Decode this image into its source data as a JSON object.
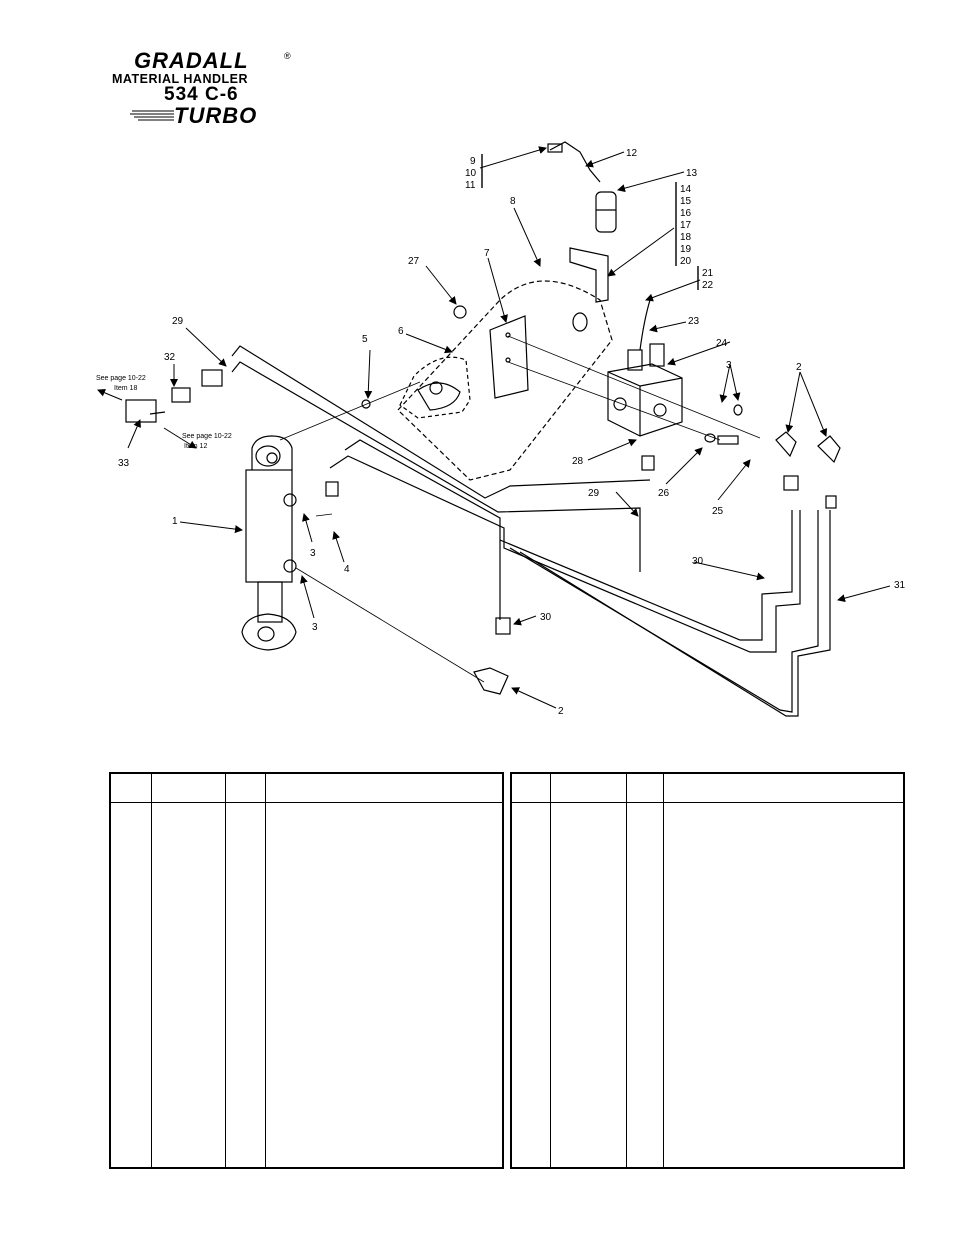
{
  "logo": {
    "brand": "GRADALL",
    "registered": "®",
    "line1": "MATERIAL HANDLER",
    "model": "534 C-6",
    "turbo": "TURBO"
  },
  "callouts": {
    "c1": "1",
    "c2a": "2",
    "c2b": "2",
    "c3a": "3",
    "c3b": "3",
    "c3c": "3",
    "c4": "4",
    "c5": "5",
    "c6": "6",
    "c7": "7",
    "c8": "8",
    "c9": "9",
    "c10": "10",
    "c11": "11",
    "c12": "12",
    "c13": "13",
    "c14": "14",
    "c15": "15",
    "c16": "16",
    "c17": "17",
    "c18": "18",
    "c19": "19",
    "c20": "20",
    "c21": "21",
    "c22": "22",
    "c23": "23",
    "c24": "24",
    "c25": "25",
    "c26": "26",
    "c27": "27",
    "c28": "28",
    "c29a": "29",
    "c29b": "29",
    "c30a": "30",
    "c30b": "30",
    "c31": "31",
    "c32": "32",
    "c33": "33"
  },
  "notes": {
    "left_top_1": "See page 10-22",
    "left_top_2": "Item 18",
    "left_bottom_1": "See page 10-22",
    "left_bottom_2": "Item 12"
  }
}
